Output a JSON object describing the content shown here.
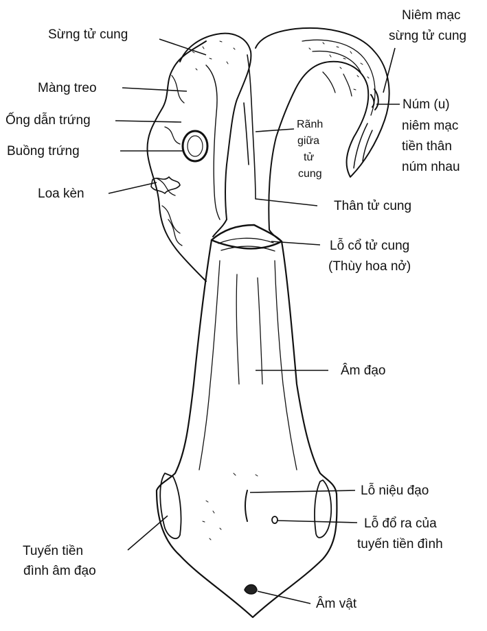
{
  "labels": {
    "uterine_horn": "Sừng tử cung",
    "horn_mucosa_line1": "Niêm mạc",
    "horn_mucosa_line2": "sừng tử cung",
    "mesometrium": "Màng treo",
    "oviduct": "Ống dẫn trứng",
    "ovary": "Buồng trứng",
    "infundibulum": "Loa kèn",
    "groove_line1": "Rãnh",
    "groove_line2": "giữa",
    "groove_line3": "tử",
    "groove_line4": "cung",
    "caruncle_line1": "Núm (u)",
    "caruncle_line2": "niêm mạc",
    "caruncle_line3": "tiền thân",
    "caruncle_line4": "núm nhau",
    "uterine_body": "Thân tử cung",
    "cervix_line1": "Lỗ cổ tử cung",
    "cervix_line2": "(Thùy hoa nở)",
    "vagina": "Âm đạo",
    "urethral_opening": "Lỗ niệu đạo",
    "gland_opening_line1": "Lỗ đổ ra của",
    "gland_opening_line2": "tuyến tiền đình",
    "vestibular_gland_line1": "Tuyến tiền",
    "vestibular_gland_line2": "đình âm đạo",
    "clitoris": "Âm vật"
  },
  "colors": {
    "ink": "#111111",
    "background": "#ffffff"
  }
}
